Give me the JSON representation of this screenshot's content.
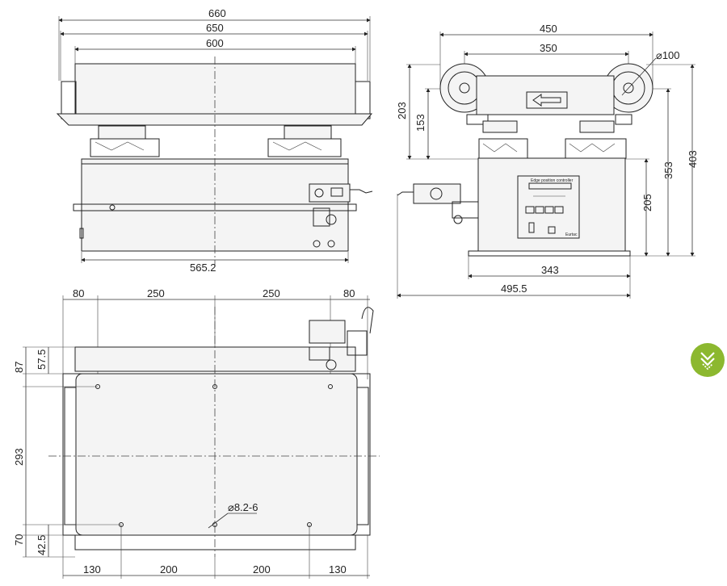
{
  "front_view": {
    "dim_660": "660",
    "dim_650": "650",
    "dim_600": "600",
    "dim_565_2": "565.2"
  },
  "side_view": {
    "dim_450": "450",
    "dim_350": "350",
    "dim_dia100": "⌀100",
    "dim_203": "203",
    "dim_153": "153",
    "dim_353": "353",
    "dim_403": "403",
    "dim_205": "205",
    "dim_343": "343",
    "dim_495_5": "495.5",
    "panel_label": "Edge position controller",
    "brand": "Eurtac"
  },
  "top_view": {
    "dim_80_left": "80",
    "dim_250_left": "250",
    "dim_250_right": "250",
    "dim_80_right": "80",
    "dim_87": "87",
    "dim_57_5": "57.5",
    "dim_293": "293",
    "dim_70": "70",
    "dim_42_5": "42.5",
    "dim_130_left": "130",
    "dim_200_left": "200",
    "dim_200_right": "200",
    "dim_130_right": "130",
    "hole_note": "⌀8.2-6"
  },
  "icons": {
    "scroll_button": "double-chevron-down-icon",
    "accent": "#8cb82f"
  }
}
